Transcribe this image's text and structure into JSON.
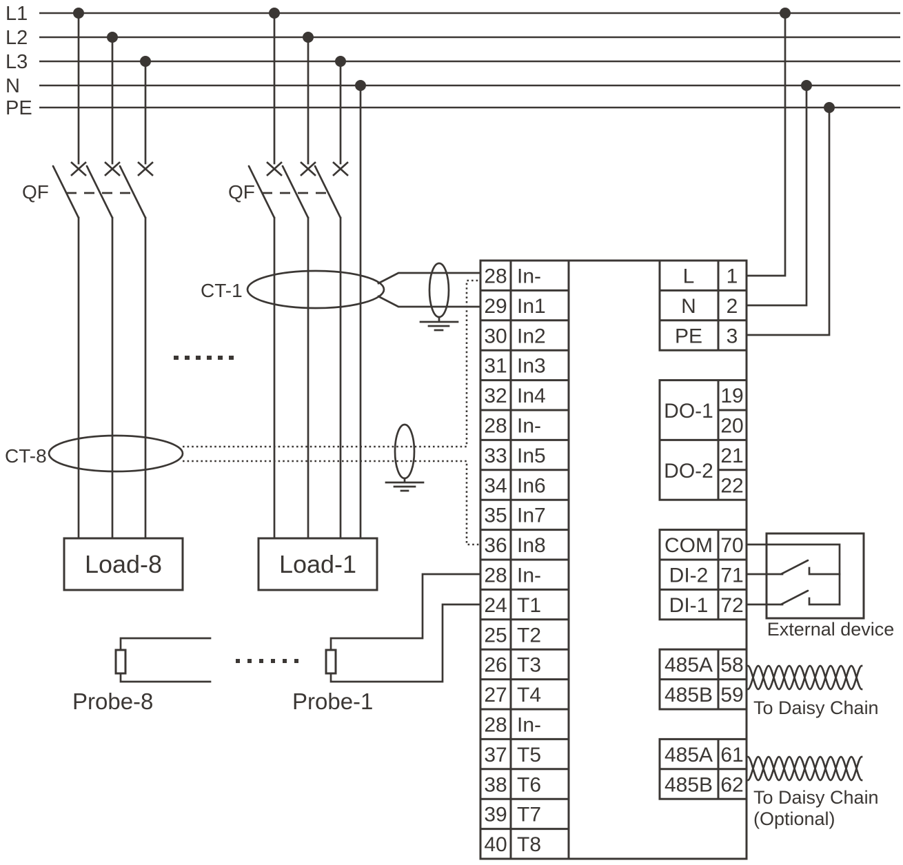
{
  "bus": {
    "labels": [
      "L1",
      "L2",
      "L3",
      "N",
      "PE"
    ]
  },
  "breakers": {
    "qf_left": "QF",
    "qf_right": "QF"
  },
  "ct": {
    "ct1": "CT-1",
    "ct8": "CT-8"
  },
  "loads": {
    "load8": "Load-8",
    "load1": "Load-1"
  },
  "probes": {
    "probe8": "Probe-8",
    "probe1": "Probe-1"
  },
  "device": {
    "left_terminals": [
      {
        "pin": "28",
        "label": "In-"
      },
      {
        "pin": "29",
        "label": "In1"
      },
      {
        "pin": "30",
        "label": "In2"
      },
      {
        "pin": "31",
        "label": "In3"
      },
      {
        "pin": "32",
        "label": "In4"
      },
      {
        "pin": "28",
        "label": "In-"
      },
      {
        "pin": "33",
        "label": "In5"
      },
      {
        "pin": "34",
        "label": "In6"
      },
      {
        "pin": "35",
        "label": "In7"
      },
      {
        "pin": "36",
        "label": "In8"
      },
      {
        "pin": "28",
        "label": "In-"
      },
      {
        "pin": "24",
        "label": "T1"
      },
      {
        "pin": "25",
        "label": "T2"
      },
      {
        "pin": "26",
        "label": "T3"
      },
      {
        "pin": "27",
        "label": "T4"
      },
      {
        "pin": "28",
        "label": "In-"
      },
      {
        "pin": "37",
        "label": "T5"
      },
      {
        "pin": "38",
        "label": "T6"
      },
      {
        "pin": "39",
        "label": "T7"
      },
      {
        "pin": "40",
        "label": "T8"
      }
    ],
    "power": [
      {
        "label": "L",
        "pin": "1"
      },
      {
        "label": "N",
        "pin": "2"
      },
      {
        "label": "PE",
        "pin": "3"
      }
    ],
    "do1": {
      "label": "DO-1",
      "pin_top": "19",
      "pin_bottom": "20"
    },
    "do2": {
      "label": "DO-2",
      "pin_top": "21",
      "pin_bottom": "22"
    },
    "di": [
      {
        "label": "COM",
        "pin": "70"
      },
      {
        "label": "DI-2",
        "pin": "71"
      },
      {
        "label": "DI-1",
        "pin": "72"
      }
    ],
    "rs485_a": [
      {
        "label": "485A",
        "pin": "58"
      },
      {
        "label": "485B",
        "pin": "59"
      }
    ],
    "rs485_b": [
      {
        "label": "485A",
        "pin": "61"
      },
      {
        "label": "485B",
        "pin": "62"
      }
    ]
  },
  "annotations": {
    "external_device": "External device",
    "daisy_chain_top": "To Daisy Chain",
    "daisy_chain_bottom": "To Daisy Chain",
    "daisy_chain_optional": "(Optional)"
  },
  "colors": {
    "line": "#3b3734",
    "background": "#ffffff"
  }
}
